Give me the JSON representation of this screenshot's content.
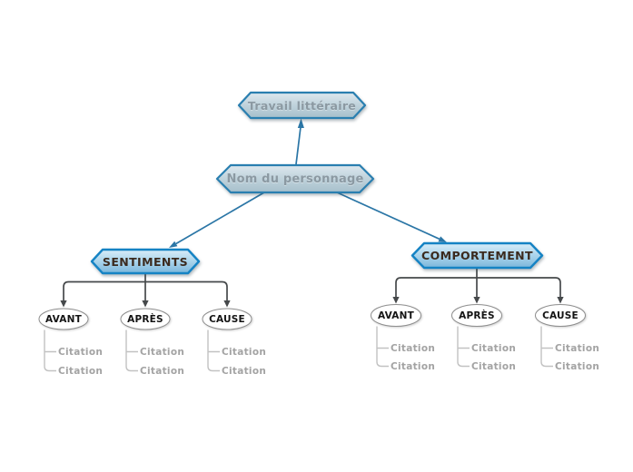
{
  "colors": {
    "canvas_background": "#ffffff",
    "root_node_border": "#2a7fb0",
    "root_node_fill_top": "#dee8ee",
    "root_node_fill_bottom": "#a6bfcb",
    "root_node_text": "#8b99a2",
    "branch_node_border": "#1583c4",
    "branch_node_fill_top": "#d9edf8",
    "branch_node_fill_bottom": "#7cb7db",
    "branch_node_text": "#3b2a1e",
    "ellipse_border": "#8e8e8e",
    "ellipse_fill": "#ffffff",
    "ellipse_text": "#141414",
    "citation_text": "#a3a3a3",
    "blue_connector": "#2b76a6",
    "gray_connector": "#46494b",
    "light_connector": "#c2c2c2"
  },
  "mindmap": {
    "root": {
      "label": "Travail littéraire"
    },
    "main": {
      "label": "Nom du personnage"
    },
    "branches": [
      {
        "label": "SENTIMENTS",
        "children": [
          {
            "label": "AVANT",
            "citations": [
              "Citation",
              "Citation"
            ]
          },
          {
            "label": "APRÈS",
            "citations": [
              "Citation",
              "Citation"
            ]
          },
          {
            "label": "CAUSE",
            "citations": [
              "Citation",
              "Citation"
            ]
          }
        ]
      },
      {
        "label": "COMPORTEMENT",
        "children": [
          {
            "label": "AVANT",
            "citations": [
              "Citation",
              "Citation"
            ]
          },
          {
            "label": "APRÈS",
            "citations": [
              "Citation",
              "Citation"
            ]
          },
          {
            "label": "CAUSE",
            "citations": [
              "Citation",
              "Citation"
            ]
          }
        ]
      }
    ]
  }
}
